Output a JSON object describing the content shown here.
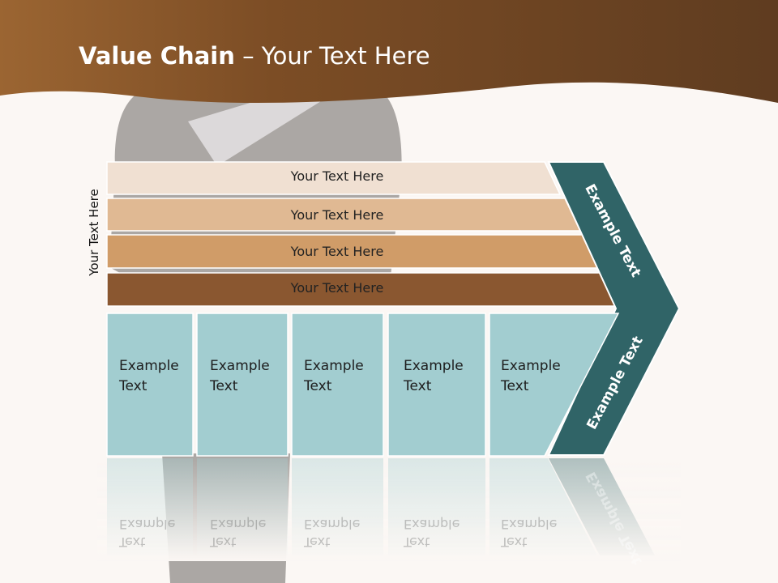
{
  "slide": {
    "title_bold": "Value Chain",
    "title_rest": " – Your Text Here",
    "side_label": "Your Text Here",
    "bars": [
      {
        "label": "Your Text Here",
        "color": "#f0e0d2"
      },
      {
        "label": "Your Text Here",
        "color": "#e0b993"
      },
      {
        "label": "Your Text Here",
        "color": "#d09c68"
      },
      {
        "label": "Your Text Here",
        "color": "#8a5730"
      }
    ],
    "boxes": [
      {
        "line1": "Example",
        "line2": "Text"
      },
      {
        "line1": "Example",
        "line2": "Text"
      },
      {
        "line1": "Example",
        "line2": "Text"
      },
      {
        "line1": "Example",
        "line2": "Text"
      },
      {
        "line1": "Example",
        "line2": "Text"
      }
    ],
    "chevron_top": "Example Text",
    "chevron_bottom": "Example Text",
    "colors": {
      "header": "#7a4a22",
      "box_fill": "#a2cdd0",
      "chevron_fill": "#306467"
    }
  }
}
